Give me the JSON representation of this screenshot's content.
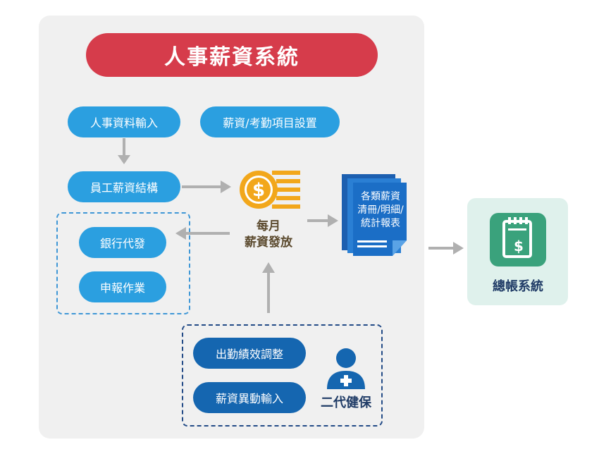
{
  "title": "人事薪資系統",
  "modules": {
    "personnel_input": "人事資料輸入",
    "salary_items": "薪資/考勤項目設置",
    "salary_structure": "員工薪資結構",
    "bank_transfer": "銀行代發",
    "filing": "申報作業",
    "attendance_adjust": "出勤績效調整",
    "salary_change_input": "薪資異動輸入"
  },
  "monthly_payout": {
    "line1": "每月",
    "line2": "薪資發放"
  },
  "reports": {
    "line1": "各類薪資",
    "line2": "清冊/明細/",
    "line3": "統計報表"
  },
  "health_insurance": "二代健保",
  "ledger": "總帳系統",
  "icons": {
    "payout": "dollar-coin-icon",
    "reports": "document-stack-icon",
    "health": "person-plus-icon",
    "ledger": "notepad-dollar-icon"
  },
  "colors": {
    "title_bg": "#d63c4b",
    "light_blue": "#2b9fe0",
    "dark_blue": "#1566b0",
    "coin": "#f2a71b",
    "ledger_green": "#3aa27c",
    "arrow_gray": "#b0b0b0"
  }
}
